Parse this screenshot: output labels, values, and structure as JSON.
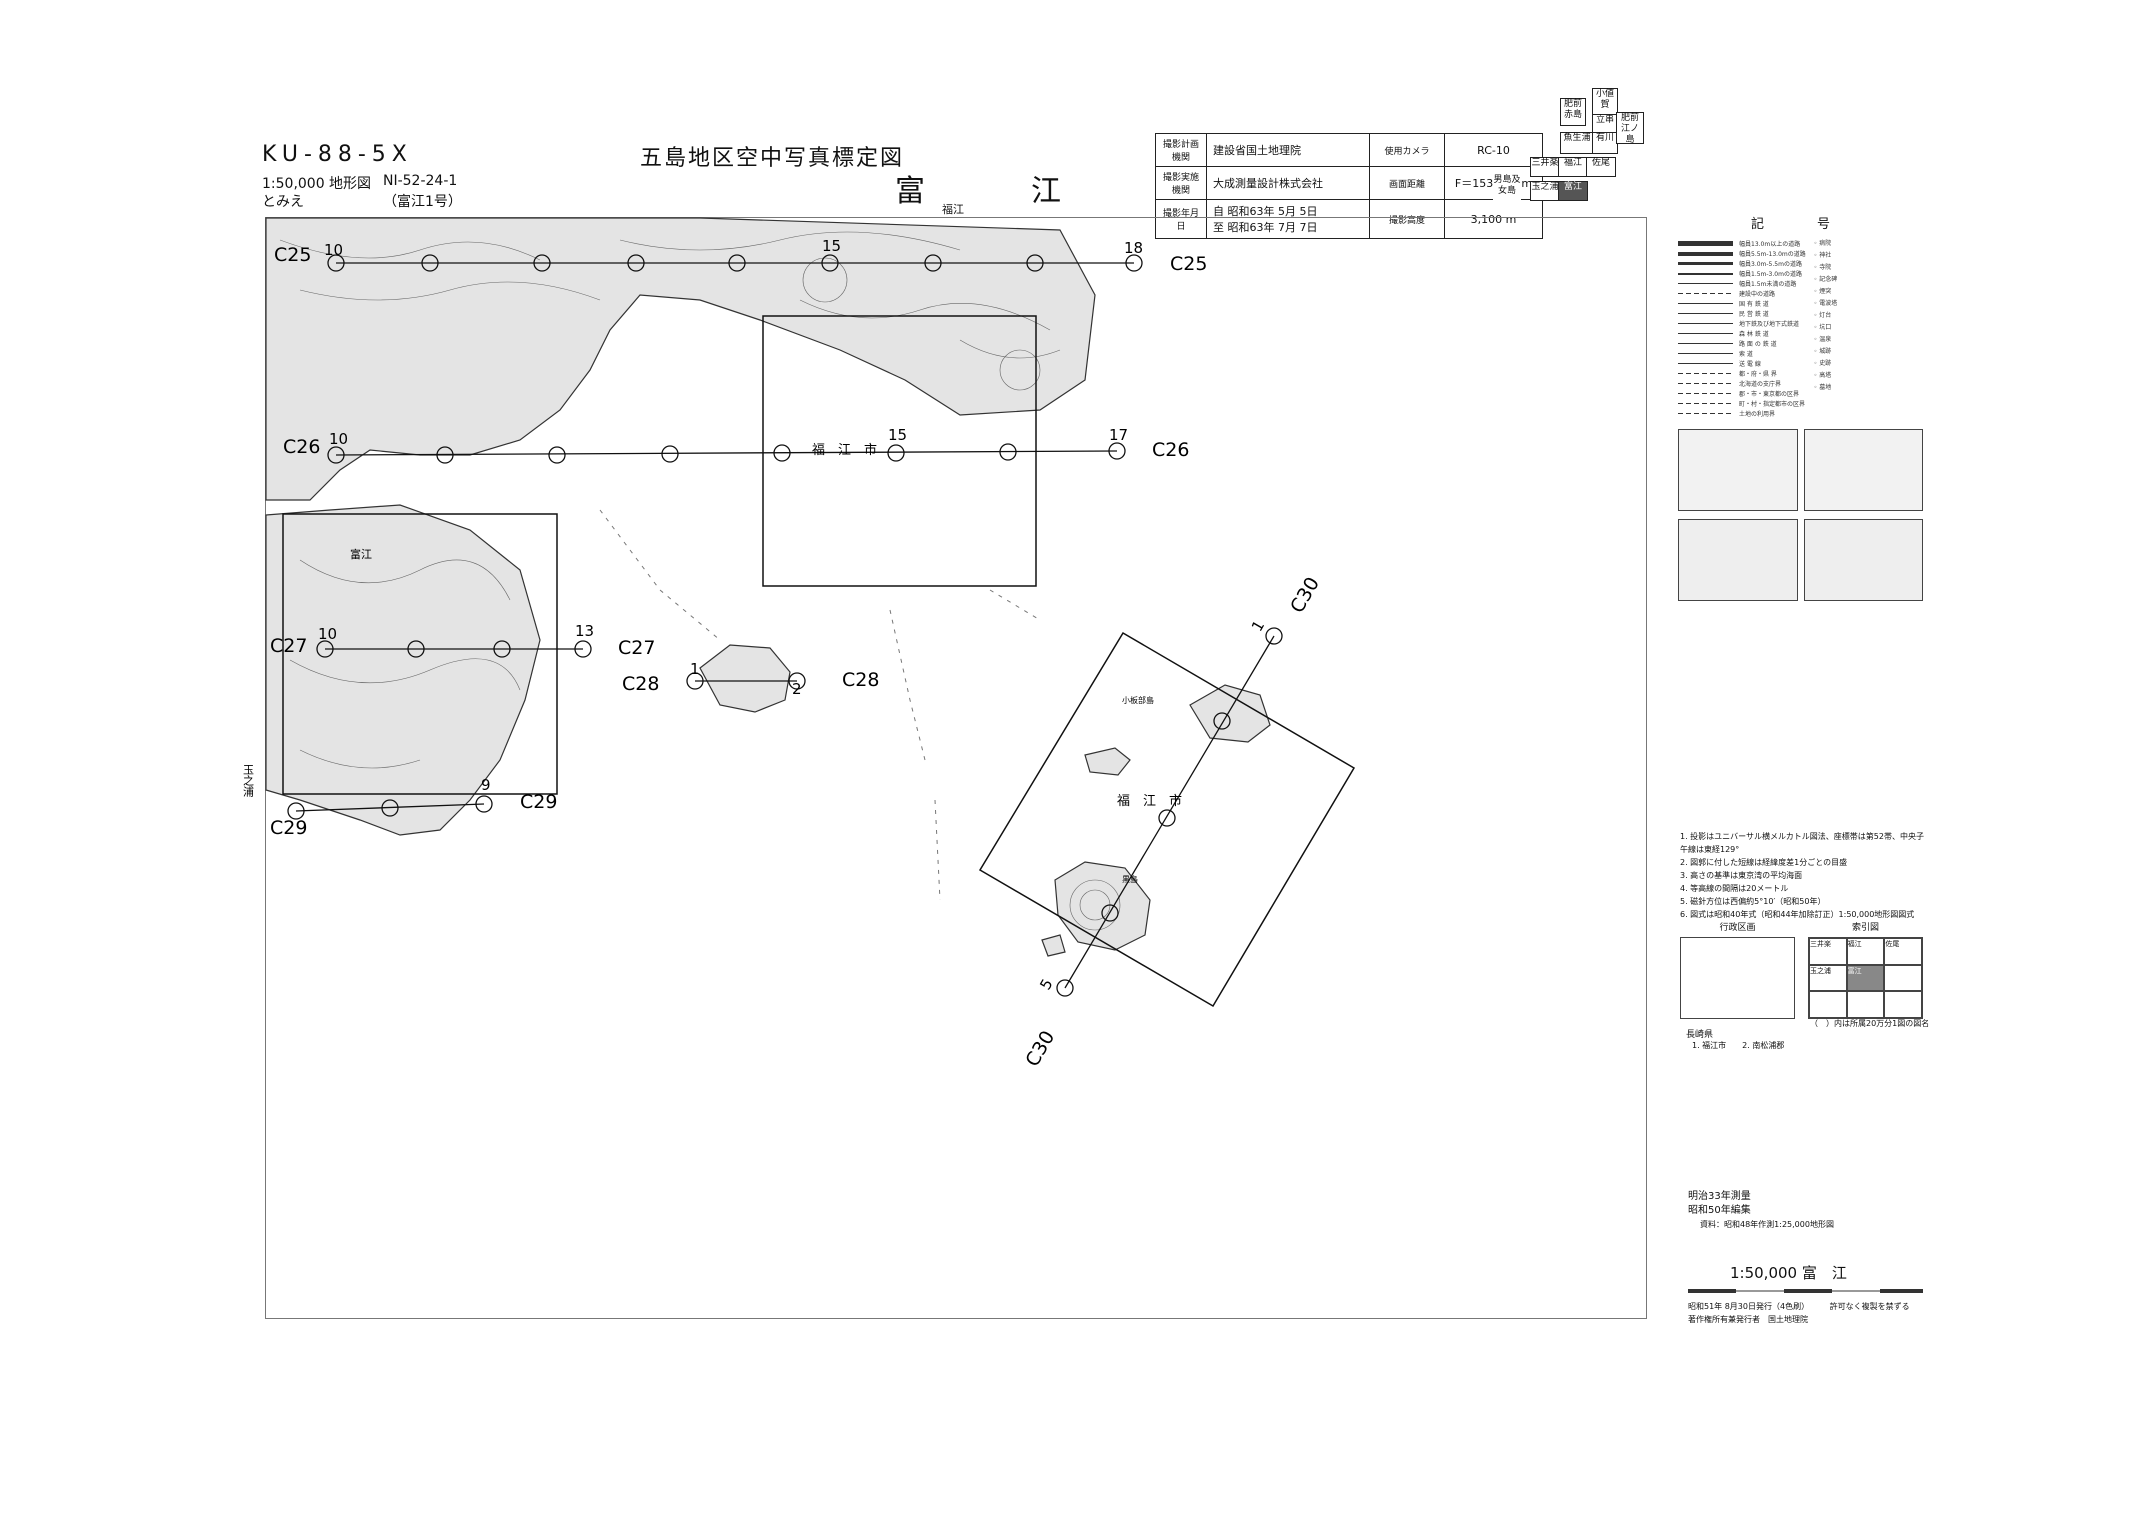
{
  "header": {
    "code": "KU-88-5X",
    "title": "五島地区空中写真標定図",
    "scale_line": "1:50,000 地形図",
    "sheet_no": "NI-52-24-1",
    "sheet_reading": "とみえ",
    "sheet_name_small": "（富江1号）",
    "sheet_name_big": "富　江"
  },
  "info_table": {
    "plan_label": "撮影計画機関",
    "plan_value": "建設省国土地理院",
    "exec_label": "撮影実施機関",
    "exec_value": "大成測量設計株式会社",
    "date_label": "撮影年月日",
    "date_value_1": "自 昭和63年 5月 5日",
    "date_value_2": "至 昭和63年 7月 7日",
    "camera_label": "使用カメラ",
    "camera_value": "RC-10",
    "focal_label": "画面距離",
    "focal_value": "F＝153.73mm",
    "alt_label": "撮影高度",
    "alt_value": "3,100 m"
  },
  "index_map": {
    "cells": [
      "小値賀",
      "肥前赤島",
      "立串",
      "魚生浦",
      "有川",
      "肥前江ノ島",
      "三井楽",
      "福江",
      "佐尾",
      "玉之浦",
      "富江",
      "男島及女島"
    ]
  },
  "map_labels": {
    "top_place": "福江",
    "fukue_town": "富江",
    "fukue_city": "福　江　市",
    "fukue_city2": "福　江　市",
    "tamanoura": "玉之浦",
    "island_kobate": "小板部島",
    "island_kurosima": "黒島"
  },
  "flight_lines": [
    {
      "name": "C25",
      "start_label": "10",
      "end_label": "18"
    },
    {
      "name": "C26",
      "start_label": "10",
      "end_label": "17",
      "mid_label": "15"
    },
    {
      "name": "C27",
      "start_label": "10",
      "end_label": "13"
    },
    {
      "name": "C28",
      "start_label": "1",
      "end_label": "2"
    },
    {
      "name": "C29",
      "start_label": "",
      "end_label": "9"
    },
    {
      "name": "C30",
      "start_label": "5",
      "end_label": "1"
    }
  ],
  "c25_mid_label": "15",
  "legend": {
    "title": "記　号",
    "items": [
      "幅員13.0m以上の道路",
      "幅員5.5m-13.0mの道路",
      "幅員3.0m-5.5mの道路",
      "幅員1.5m-3.0mの道路",
      "幅員1.5m未満の道路",
      "建設中の道路",
      "国 有 鉄 道",
      "民 営 鉄 道",
      "地下鉄及び地下式鉄道",
      "森 林 鉄 道",
      "路 面 の 鉄 道",
      "索 道",
      "送 電 線",
      "都・府・県 界",
      "北海道の支庁界",
      "郡・市・東京都の区界",
      "町・村・指定都市の区界",
      "土地の利用界"
    ],
    "right_items": [
      "病院",
      "神社",
      "寺院",
      "記念碑",
      "煙突",
      "電波塔",
      "灯台",
      "坑口",
      "温泉",
      "城跡",
      "史跡",
      "高塔",
      "墓地"
    ]
  },
  "notes": [
    "1. 投影はユニバーサル横メルカトル図法、座標帯は第52帯、中央子午線は東経129°",
    "2. 図郭に付した短線は経緯度差1分ごとの目盛",
    "3. 高さの基準は東京湾の平均海面",
    "4. 等高線の間隔は20メートル",
    "5. 磁針方位は西偏約5°10′（昭和50年）",
    "6. 図式は昭和40年式（昭和44年加除訂正）1:50,000地形図図式"
  ],
  "admin_box_title": "行政区画",
  "index_box_title": "索引図",
  "admin_pref": "長崎県",
  "admin_items": "1. 福江市　　2. 南松浦郡",
  "index_note": "（　）内は所属20万分1図の図名",
  "credits": {
    "survey": "明治33年測量",
    "compile": "昭和50年編集",
    "source": "資料：昭和48年作測1:25,000地形図"
  },
  "scale_title": "1:50,000 富　江",
  "publication": {
    "issued": "昭和51年 8月30日発行（4色刷）",
    "rights": "許可なく複製を禁ずる",
    "publisher": "著作権所有兼発行者　国土地理院"
  }
}
